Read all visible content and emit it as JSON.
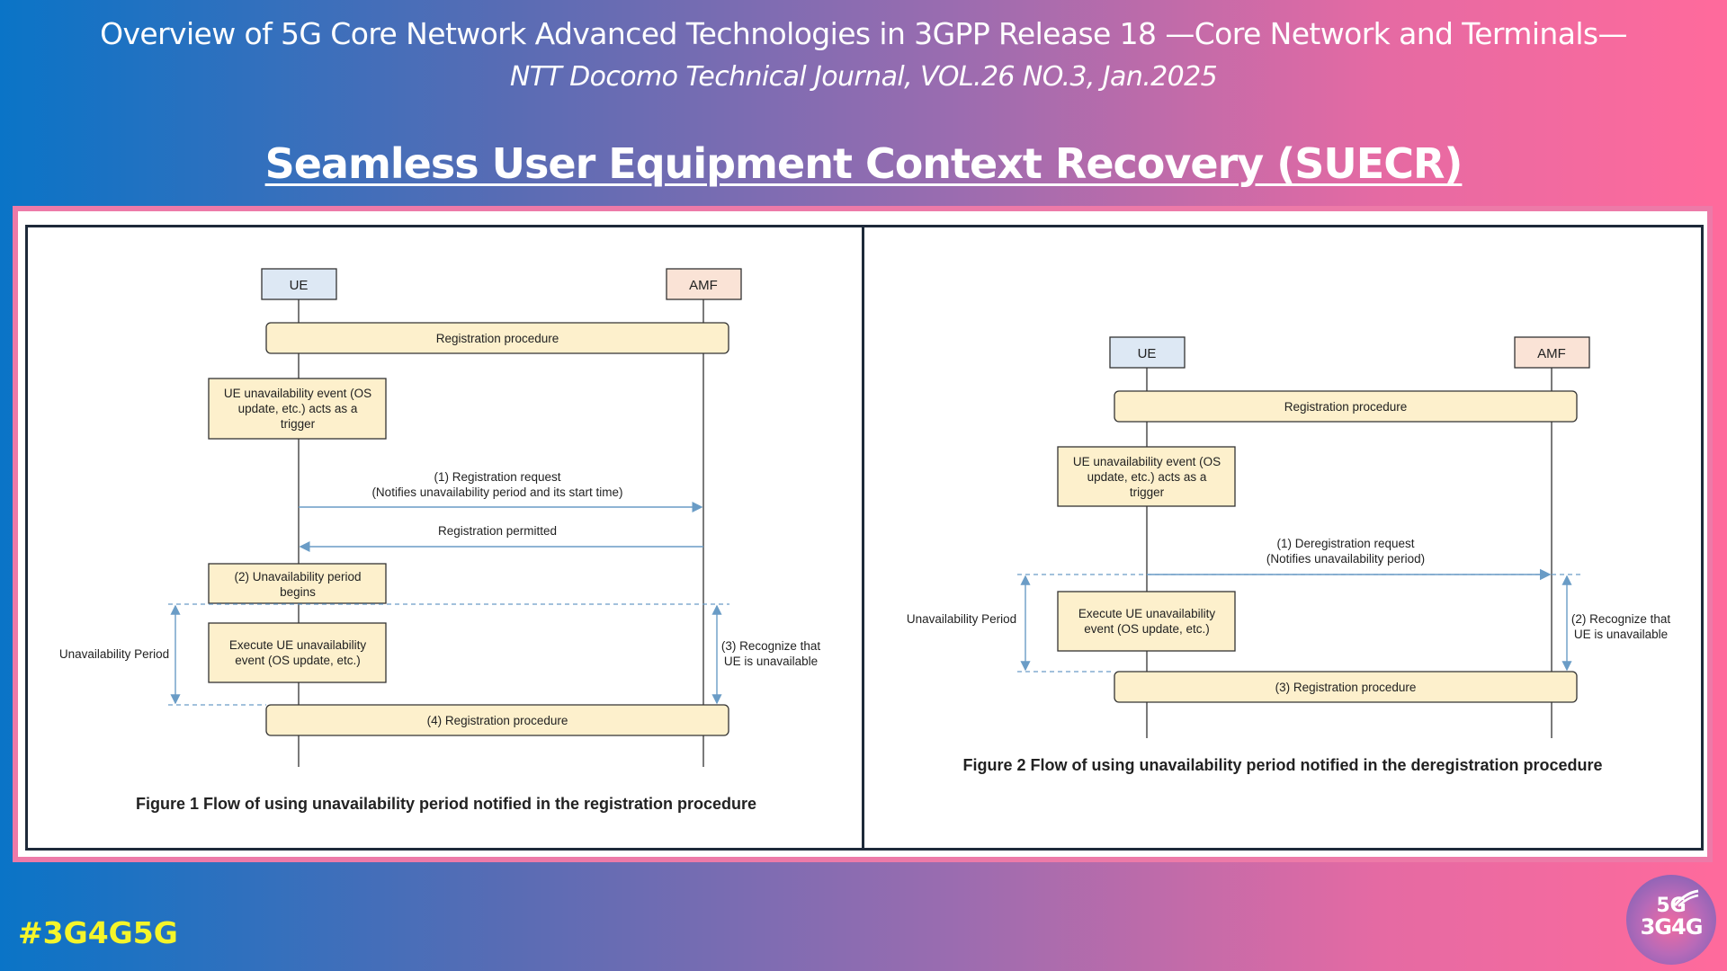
{
  "header": {
    "title": "Overview of 5G Core Network Advanced Technologies in 3GPP Release 18 —Core Network and Terminals—",
    "subtitle": "NTT Docomo Technical Journal, VOL.26 NO.3, Jan.2025"
  },
  "slide_title": "Seamless User Equipment Context Recovery (SUECR)",
  "figure1": {
    "ue": "UE",
    "amf": "AMF",
    "reg_proc": "Registration procedure",
    "trigger": [
      "UE unavailability event (OS",
      "update, etc.) acts as a",
      "trigger"
    ],
    "req": [
      "(1) Registration request",
      "(Notifies unavailability period and its start time)"
    ],
    "permitted": "Registration permitted",
    "period_begins": [
      "(2) Unavailability period",
      "begins"
    ],
    "execute": [
      "Execute UE unavailability",
      "event (OS update, etc.)"
    ],
    "unavail_period": "Unavailability Period",
    "recognize": [
      "(3) Recognize that",
      "UE is unavailable"
    ],
    "reg_proc_4": "(4) Registration procedure",
    "caption": "Figure 1  Flow of using unavailability period notified in the registration procedure"
  },
  "figure2": {
    "ue": "UE",
    "amf": "AMF",
    "reg_proc": "Registration procedure",
    "trigger": [
      "UE unavailability event (OS",
      "update, etc.) acts as a",
      "trigger"
    ],
    "dereg": [
      "(1) Deregistration request",
      "(Notifies unavailability period)"
    ],
    "unavail_period": "Unavailability Period",
    "execute": [
      "Execute UE unavailability",
      "event (OS update, etc.)"
    ],
    "recognize": [
      "(2) Recognize that",
      "UE is unavailable"
    ],
    "reg_proc_3": "(3) Registration procedure",
    "caption": "Figure 2  Flow of using unavailability period notified in the deregistration procedure"
  },
  "colors": {
    "ue_box": "#dde8f4",
    "amf_box": "#fae3d6",
    "proc_box": "#fdf0cc",
    "arrow": "#6a9cc6",
    "hashtag": "#f5f52a",
    "frame": "#ed7aa8"
  },
  "footer": {
    "hashtag": "#3G4G5G",
    "logo_top": "5G",
    "logo_bottom": "3G4G"
  }
}
